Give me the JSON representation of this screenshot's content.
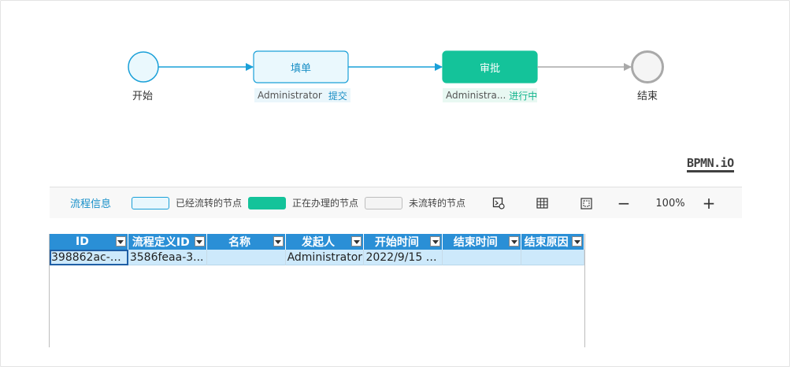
{
  "process": {
    "start_label": "开始",
    "end_label": "结束",
    "tasks": [
      {
        "name": "填单",
        "user": "Administrator",
        "state": "提交"
      },
      {
        "name": "审批",
        "user": "Administra...",
        "state": "进行中"
      }
    ]
  },
  "logo": "BPMN.iO",
  "legend": {
    "title": "流程信息",
    "items": [
      {
        "label": "已经流转的节点",
        "color": "#e8f7fd",
        "border": "#1aa0d8"
      },
      {
        "label": "正在办理的节点",
        "color": "#14c39a",
        "border": "#14c39a"
      },
      {
        "label": "未流转的节点",
        "color": "#f4f4f4",
        "border": "#bdbdbd"
      }
    ],
    "zoom": "100%"
  },
  "colors": {
    "completed_stroke": "#1aa0d8",
    "completed_fill": "#eaf8fd",
    "active_fill": "#14c39a",
    "pending_stroke": "#a9a9a9",
    "pending_fill": "#f5f5f5",
    "header_bg": "#2a8fd6"
  },
  "table": {
    "columns": [
      "ID",
      "流程定义ID",
      "名称",
      "发起人",
      "开始时间",
      "结束时间",
      "结束原因"
    ],
    "rows": [
      [
        "398862ac-3...",
        "3586feaa-3...",
        "",
        "Administrator",
        "2022/9/15 1...",
        "",
        ""
      ]
    ]
  },
  "icons": {
    "tool1": "minimap-icon",
    "tool2": "grid-icon",
    "tool3": "fit-screen-icon",
    "zoom_out": "minus-icon",
    "zoom_in": "plus-icon"
  }
}
